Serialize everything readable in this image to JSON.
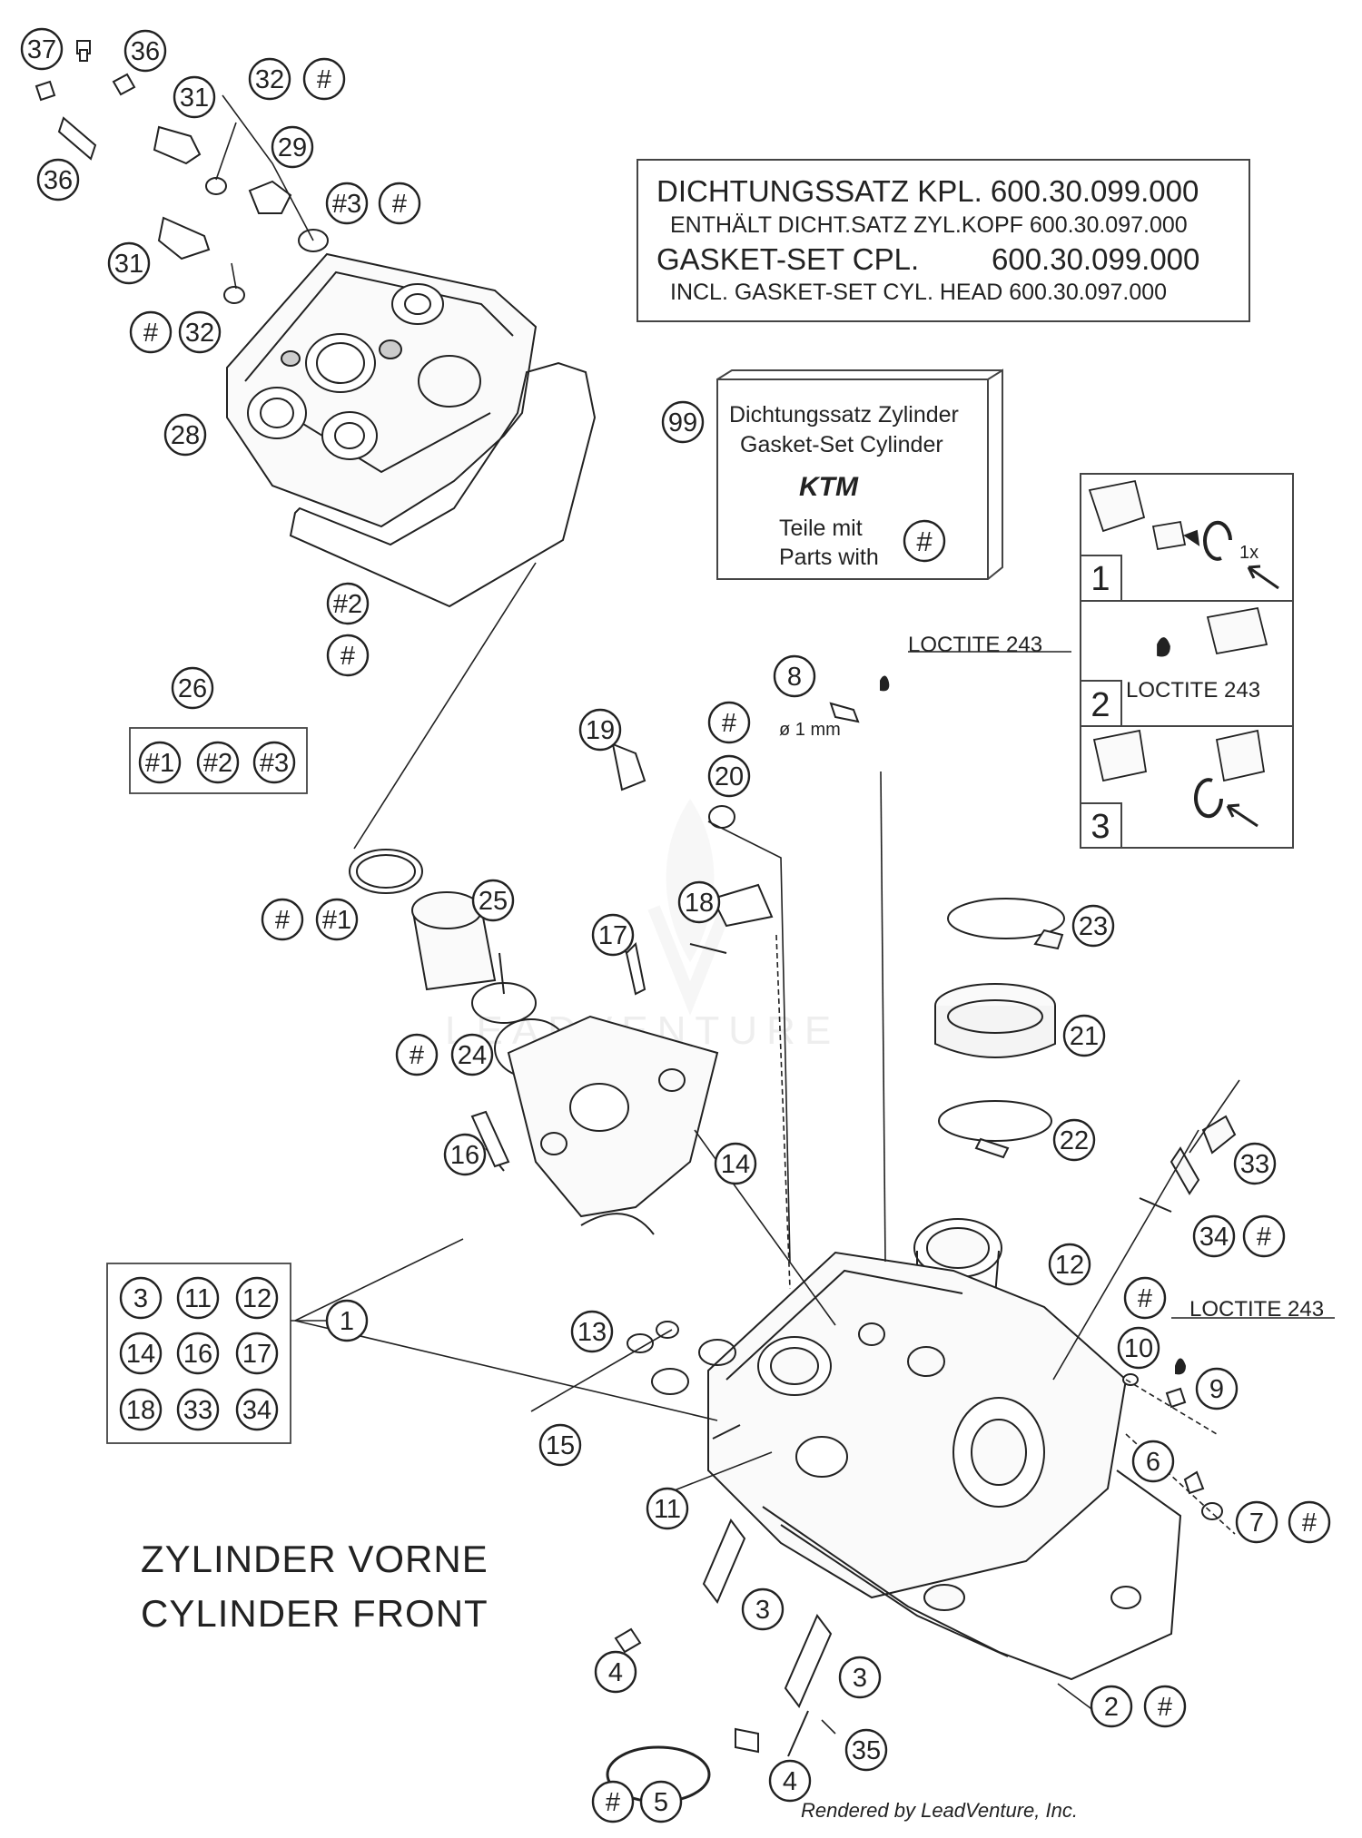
{
  "gasket_box": {
    "line1": "DICHTUNGSSATZ KPL. 600.30.099.000",
    "line2": "ENTHÄLT DICHT.SATZ ZYL.KOPF 600.30.097.000",
    "line3_label": "GASKET-SET CPL.",
    "line3_number": "600.30.099.000",
    "line4": "INCL. GASKET-SET CYL. HEAD 600.30.097.000"
  },
  "kit_99": {
    "number": "99",
    "line1": "Dichtungssatz Zylinder",
    "line2": "Gasket-Set Cylinder",
    "brand": "KTM",
    "line3": "Teile mit",
    "line4": "Parts with",
    "mark": "#"
  },
  "steps": {
    "step1": "1",
    "step1_note": "1x",
    "step2": "2",
    "step2_note": "LOCTITE 243",
    "step3": "3"
  },
  "title": {
    "line1": "ZYLINDER VORNE",
    "line2": "CYLINDER FRONT"
  },
  "credit": "Rendered by LeadVenture, Inc.",
  "watermark": "LEADVENTURE",
  "notes": {
    "loctite_a": "LOCTITE 243",
    "loctite_b": "LOCTITE 243",
    "diameter": "ø 1 mm"
  },
  "group_26": {
    "label": "26",
    "items": [
      "#1",
      "#2",
      "#3"
    ]
  },
  "group_1": {
    "label": "1",
    "items": [
      "3",
      "11",
      "12",
      "14",
      "16",
      "17",
      "18",
      "33",
      "34"
    ]
  },
  "callouts": {
    "c37": "37",
    "c36a": "36",
    "c36b": "36",
    "c31a": "31",
    "c31b": "31",
    "c32a": "32",
    "c32a_m": "#",
    "c32b": "32",
    "c32b_m": "#",
    "c29": "29",
    "c3h": "#3",
    "c3h_m": "#",
    "c28": "28",
    "c2h": "#2",
    "c2h_m": "#",
    "c25": "25",
    "c25_m": "#",
    "c25_m2": "#1",
    "c24": "24",
    "c24_m": "#",
    "c16": "16",
    "c17": "17",
    "c18": "18",
    "c19": "19",
    "c20": "20",
    "c20_m": "#",
    "c8": "8",
    "c14": "14",
    "c23": "23",
    "c21": "21",
    "c22": "22",
    "c33": "33",
    "c34": "34",
    "c34_m": "#",
    "c12": "12",
    "c10": "10",
    "c10_m": "#",
    "c9": "9",
    "c13": "13",
    "c15": "15",
    "c11": "11",
    "c6": "6",
    "c7": "7",
    "c7_m": "#",
    "c3a": "3",
    "c3b": "3",
    "c4a": "4",
    "c4b": "4",
    "c35": "35",
    "c2": "2",
    "c2_m": "#",
    "c5": "5",
    "c5_m": "#"
  }
}
